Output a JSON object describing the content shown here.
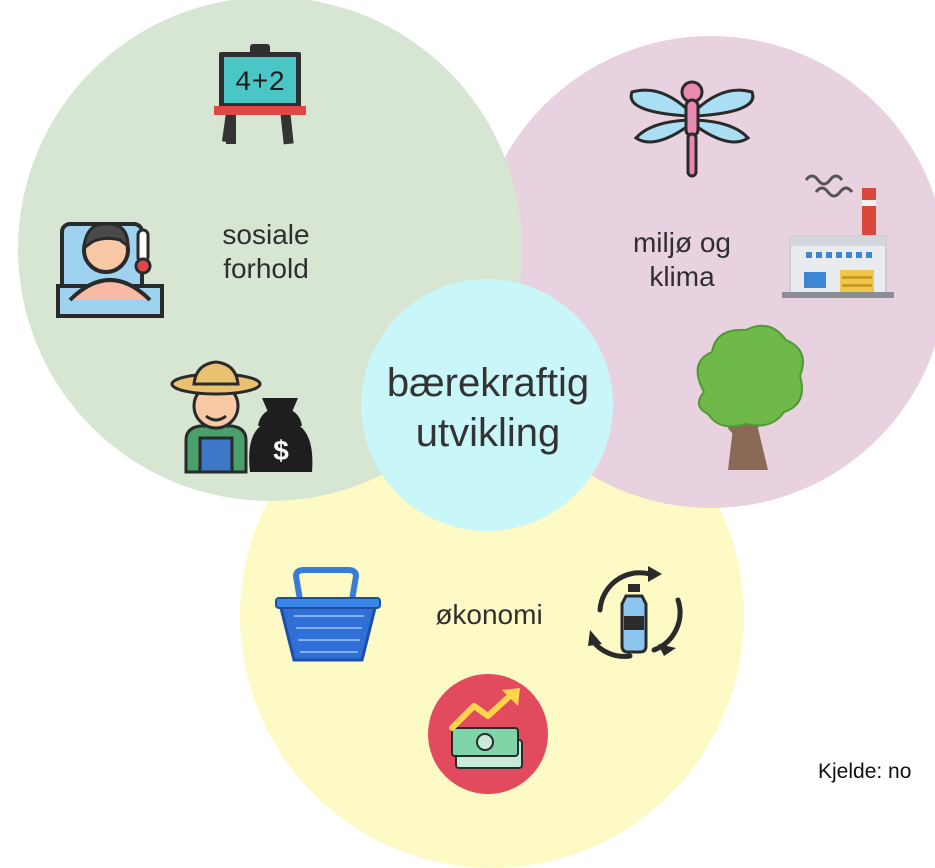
{
  "colors": {
    "social_circle": "#d6e6d2",
    "environment_circle": "#e9d2df",
    "economy_circle": "#fdfac5",
    "center_circle": "#c9f6f9"
  },
  "circles": {
    "social": {
      "line1": "sosiale",
      "line2": "forhold"
    },
    "environment": {
      "line1": "miljø og",
      "line2": "klima"
    },
    "economy": {
      "label": "økonomi"
    },
    "center": {
      "line1": "bærekraftig",
      "line2": "utvikling"
    }
  },
  "icons": {
    "social": {
      "blackboard": {
        "name": "blackboard-icon",
        "text": "4+2"
      },
      "sick_person": {
        "name": "sick-person-icon"
      },
      "farmer_money": {
        "name": "farmer-money-icon",
        "symbol": "$"
      }
    },
    "environment": [
      "dragonfly-icon",
      "factory-icon",
      "tree-icon"
    ],
    "economy": [
      "shopping-basket-icon",
      "bottle-recycle-icon",
      "money-growth-icon"
    ]
  },
  "source": "Kjelde: no"
}
